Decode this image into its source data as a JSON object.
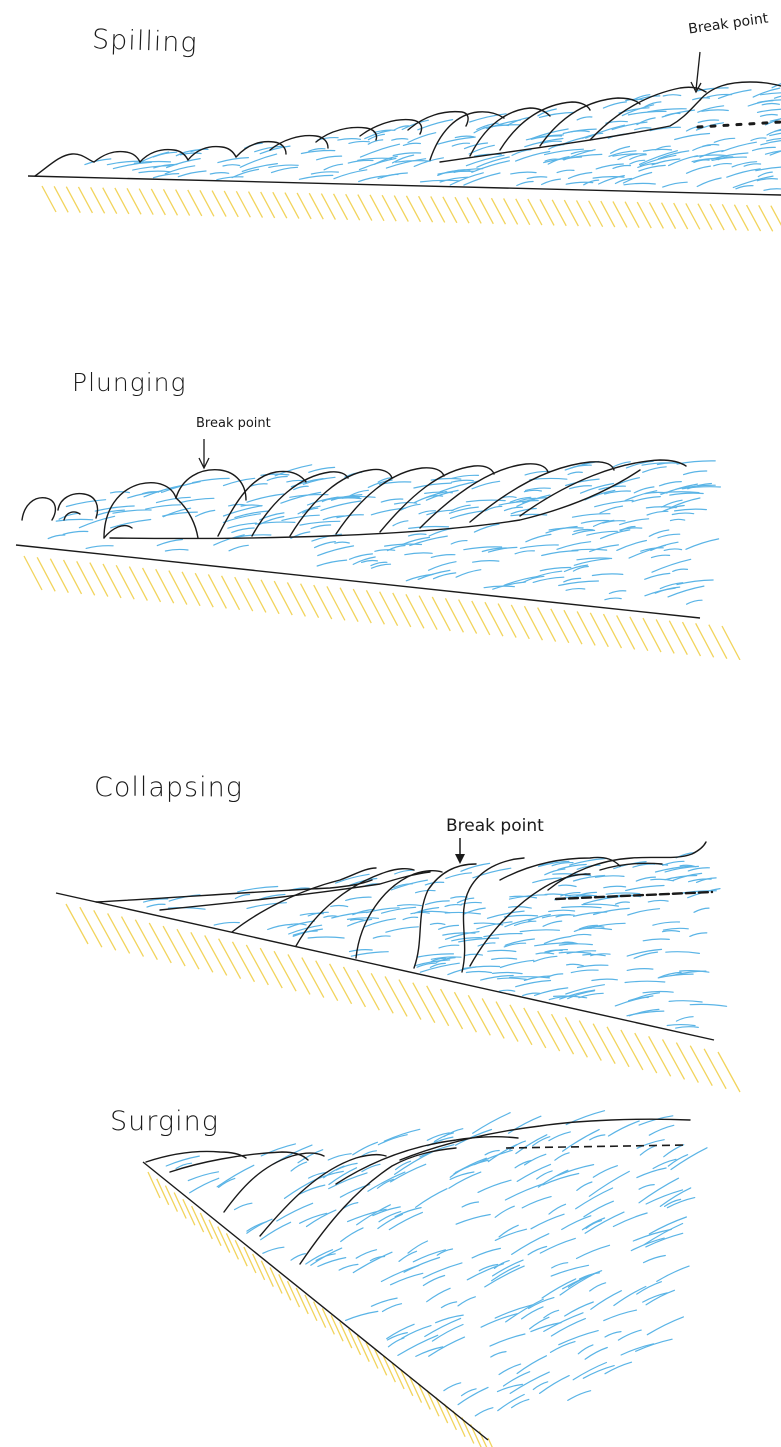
{
  "colors": {
    "ink": "#1a1a1a",
    "water": "#5ab4e6",
    "sand": "#f2d45c"
  },
  "panels": [
    {
      "title": "Spilling",
      "break_label": "Break point"
    },
    {
      "title": "Plunging",
      "break_label": "Break point"
    },
    {
      "title": "Collapsing",
      "break_label": "Break point"
    },
    {
      "title": "Surging"
    }
  ]
}
